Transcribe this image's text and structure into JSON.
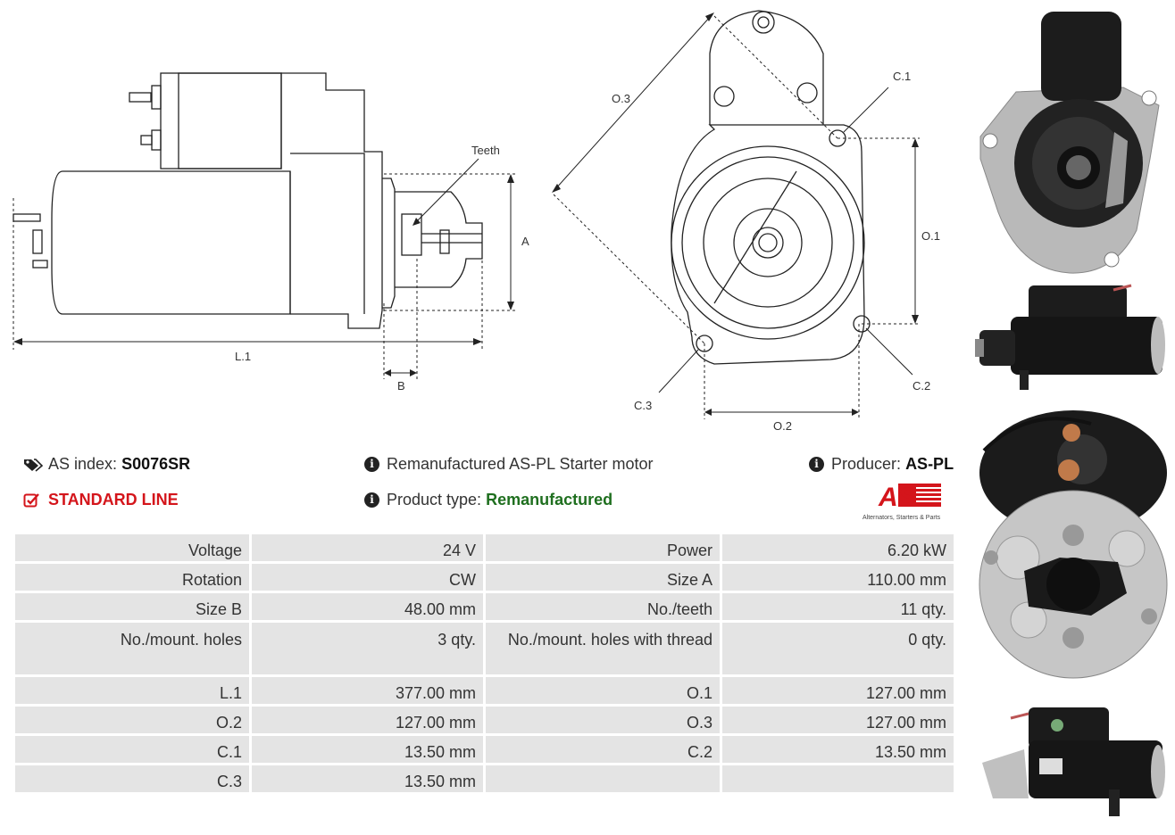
{
  "drawing_labels": {
    "teeth": "Teeth",
    "a": "A",
    "b": "B",
    "l1": "L.1",
    "o3": "O.3",
    "c1": "C.1",
    "o1": "O.1",
    "c2": "C.2",
    "c3": "C.3",
    "o2": "O.2"
  },
  "header": {
    "as_index_label": "AS index:",
    "as_index_value": "S0076SR",
    "standard_line": "STANDARD LINE",
    "description": "Remanufactured AS-PL Starter motor",
    "product_type_label": "Product type:",
    "product_type_value": "Remanufactured",
    "producer_label": "Producer:",
    "producer_value": "AS-PL",
    "logo_text": "AS",
    "logo_tagline": "Alternators, Starters & Parts"
  },
  "colors": {
    "accent_red": "#d4151b",
    "accent_green": "#1f6f1f",
    "cell_bg": "#e4e4e4"
  },
  "specs": [
    [
      "Voltage",
      "24 V",
      "Power",
      "6.20 kW"
    ],
    [
      "Rotation",
      "CW",
      "Size A",
      "110.00 mm"
    ],
    [
      "Size B",
      "48.00 mm",
      "No./teeth",
      "11 qty."
    ],
    [
      "No./mount. holes",
      "3 qty.",
      "No./mount. holes with thread",
      "0 qty."
    ],
    [
      "L.1",
      "377.00 mm",
      "O.1",
      "127.00 mm"
    ],
    [
      "O.2",
      "127.00 mm",
      "O.3",
      "127.00 mm"
    ],
    [
      "C.1",
      "13.50 mm",
      "C.2",
      "13.50 mm"
    ],
    [
      "C.3",
      "13.50 mm",
      "",
      ""
    ]
  ]
}
